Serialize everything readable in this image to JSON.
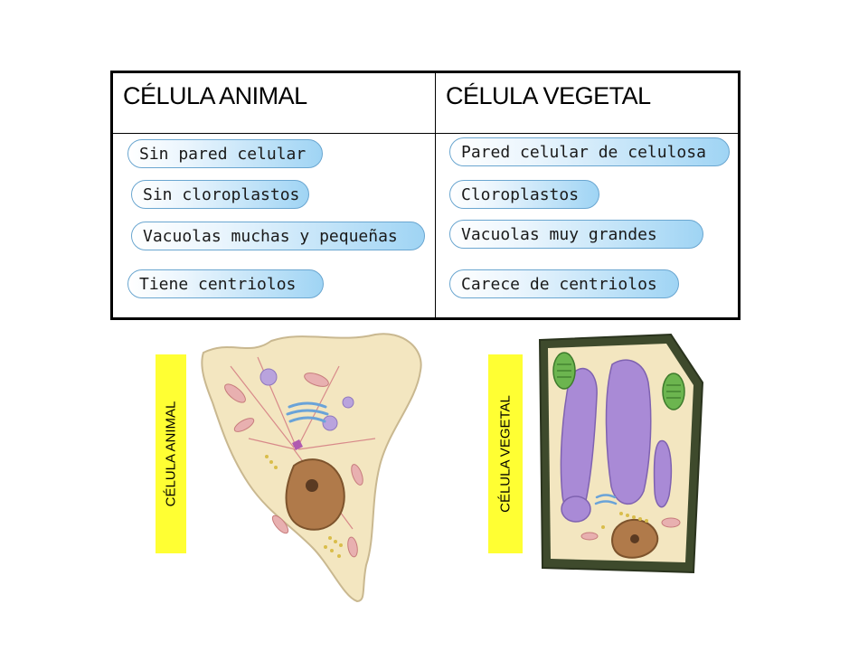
{
  "table": {
    "headers": [
      "CÉLULA ANIMAL",
      "CÉLULA VEGETAL"
    ],
    "animal_items": [
      "Sin pared celular",
      "Sin cloroplastos",
      "Vacuolas muchas y pequeñas",
      "Tiene centriolos"
    ],
    "plant_items": [
      "Pared celular de celulosa",
      "Cloroplastos",
      "Vacuolas muy grandes",
      "Carece de centriolos"
    ]
  },
  "labels": {
    "animal_side": "CÉLULA ANIMAL",
    "plant_side": "CÉLULA VEGETAL"
  },
  "colors": {
    "label_bg": "#ffff33",
    "pill_gradient_end": "#9fd4f4",
    "cytoplasm": "#f5ecc9",
    "vacuole": "#a98ad6",
    "chloroplast": "#5fae4a",
    "nucleus": "#b07a4a",
    "cell_wall": "#3e4a2c"
  }
}
